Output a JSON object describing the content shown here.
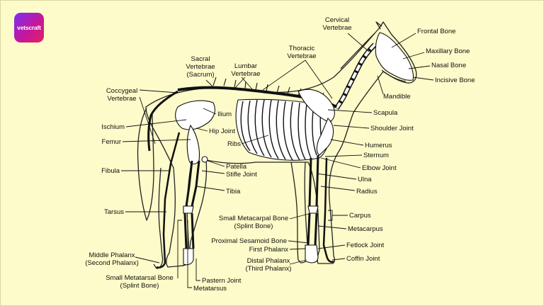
{
  "brand": {
    "logo_text": "vetscraft",
    "accent": "#c2189b",
    "background": "#fdfbc9"
  },
  "labels": {
    "cervical_vertebrae": "Cervical\nVertebrae",
    "frontal_bone": "Frontal Bone",
    "maxillary_bone": "Maxillary Bone",
    "nasal_bone": "Nasal Bone",
    "incisive_bone": "Incisive Bone",
    "sacral_vertebrae": "Sacral\nVertebrae\n(Sacrum)",
    "lumbar_vertebrae": "Lumbar\nVertebrae",
    "thoracic_vertebrae": "Thoracic\nVertebrae",
    "coccygeal_vertebrae": "Coccygeal\nVertebrae",
    "mandible": "Mandible",
    "ilium": "Ilium",
    "scapula": "Scapula",
    "ischium": "Ischium",
    "hip_joint": "Hip Joint",
    "shoulder_joint": "Shoulder Joint",
    "femur": "Femur",
    "ribs": "Ribs",
    "humerus": "Humerus",
    "sternum": "Sternum",
    "patella": "Patella",
    "elbow_joint": "Elbow Joint",
    "fibula": "Fibula",
    "stifle_joint": "Stifle Joint",
    "ulna": "Ulna",
    "tibia": "Tibia",
    "radius": "Radius",
    "tarsus": "Tarsus",
    "small_metacarpal_bone": "Small Metacarpal Bone\n(Splint Bone)",
    "carpus": "Carpus",
    "metacarpus": "Metacarpus",
    "proximal_sesamoid_bone": "Proximal Sesamoid Bone",
    "first_phalanx": "First Phalanx",
    "fetlock_joint": "Fetlock Joint",
    "middle_phalanx": "Middle Phalanx\n(Second Phalanx)",
    "distal_phalanx": "Distal Phalanx\n(Third Phalanx)",
    "coffin_joint": "Coffin Joint",
    "small_metatarsal_bone": "Small Metatarsal Bone\n(Splint Bone)",
    "pastern_joint": "Pastern Joint",
    "metatarsus": "Metatarsus"
  }
}
